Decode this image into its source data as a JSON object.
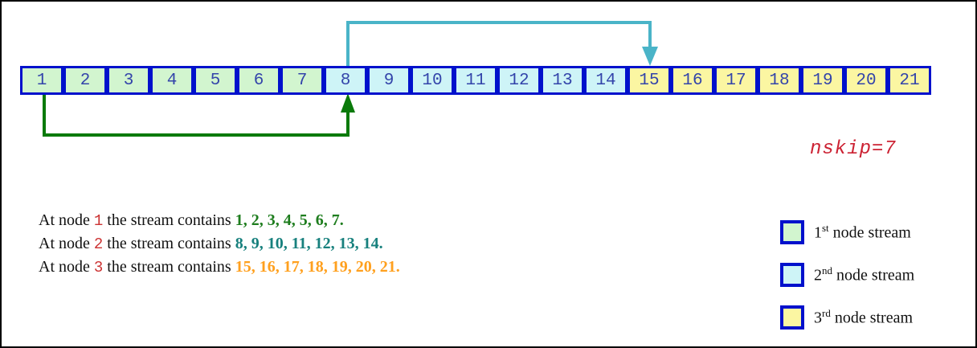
{
  "strip": {
    "border_color": "#0011cc",
    "number_color": "#3344aa",
    "streams": [
      {
        "name": "1st node stream",
        "fill": "#d2f5cf",
        "cells": [
          "1",
          "2",
          "3",
          "4",
          "5",
          "6",
          "7"
        ]
      },
      {
        "name": "2nd node stream",
        "fill": "#cef4f7",
        "cells": [
          "8",
          "9",
          "10",
          "11",
          "12",
          "13",
          "14"
        ]
      },
      {
        "name": "3rd node stream",
        "fill": "#fbf6a2",
        "cells": [
          "15",
          "16",
          "17",
          "18",
          "19",
          "20",
          "21"
        ]
      }
    ]
  },
  "arrows": {
    "green": {
      "meaning": "skip from node 1 (cell 1) to node 2 start (cell 8)",
      "color": "#0a7a0a"
    },
    "cyan": {
      "meaning": "skip from node 2 (cell 8) to node 3 start (cell 15)",
      "color": "#4ab4c8"
    }
  },
  "nskip": {
    "label": "nskip=7",
    "color": "#cc2233"
  },
  "sentences": [
    {
      "before": "At node ",
      "node": "1",
      "after": " the stream contains ",
      "list": "1, 2, 3, 4, 5, 6, 7.",
      "list_color": "#1e7d1e"
    },
    {
      "before": "At node ",
      "node": "2",
      "after": " the stream contains ",
      "list": "8, 9, 10, 11, 12, 13, 14.",
      "list_color": "#17807d"
    },
    {
      "before": "At node ",
      "node": "3",
      "after": " the stream contains ",
      "list": "15, 16, 17, 18, 19, 20, 21.",
      "list_color": "#ffa01e"
    }
  ],
  "legend": {
    "items": [
      {
        "ordinal": "1",
        "sup": "st",
        "label": " node stream",
        "swatch_color": "#d2f5cf"
      },
      {
        "ordinal": "2",
        "sup": "nd",
        "label": " node stream",
        "swatch_color": "#cef4f7"
      },
      {
        "ordinal": "3",
        "sup": "rd",
        "label": " node stream",
        "swatch_color": "#fbf6a2"
      }
    ]
  }
}
